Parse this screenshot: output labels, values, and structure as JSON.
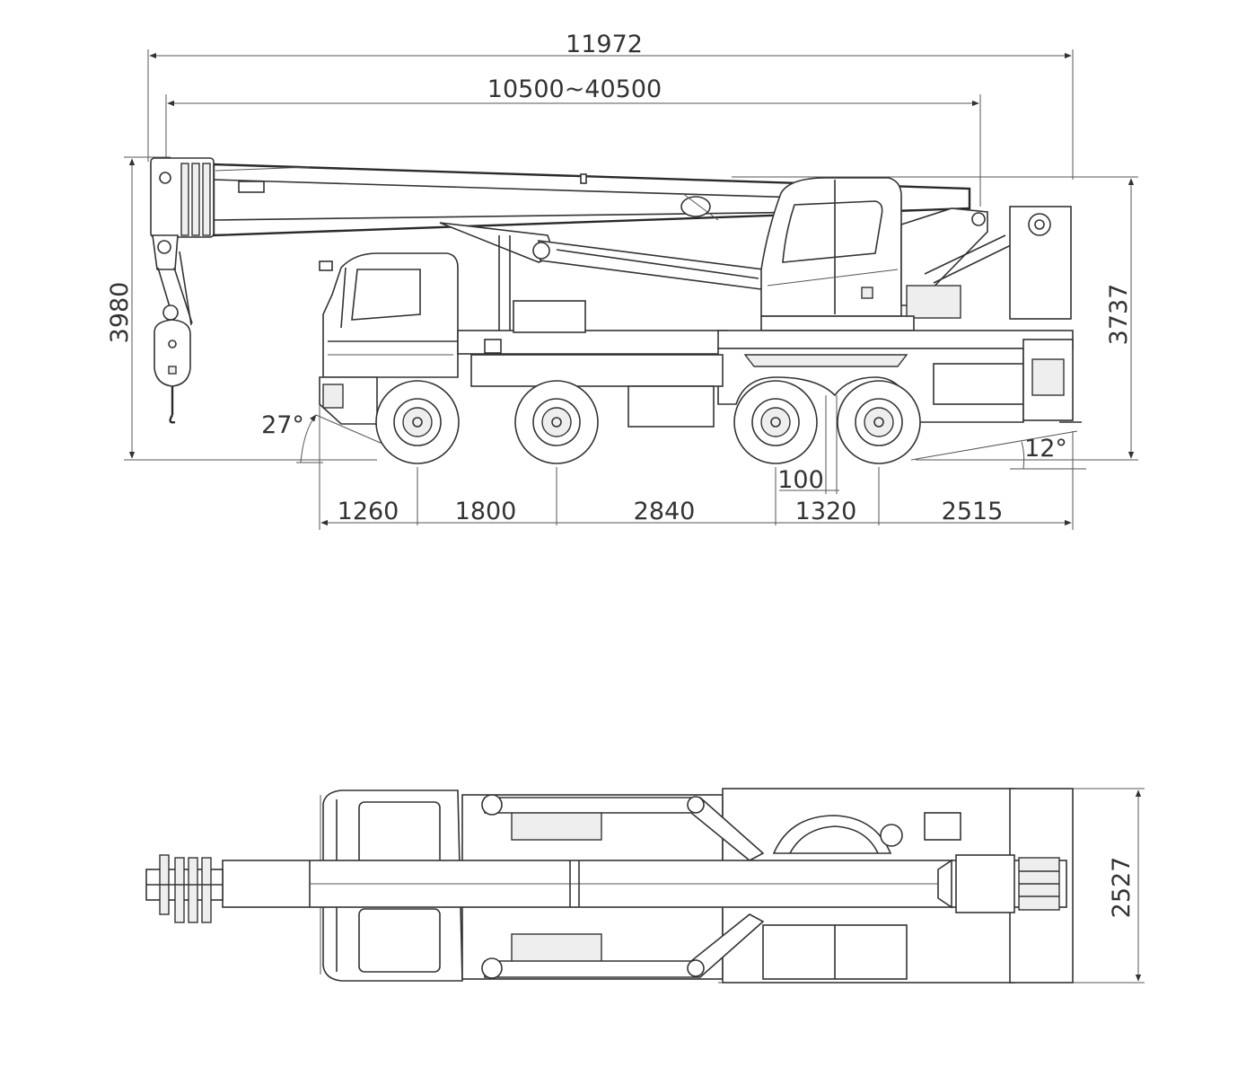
{
  "dimensions": {
    "overall_length": "11972",
    "boom_length_range": "10500~40500",
    "overall_height": "3980",
    "height_right": "3737",
    "approach_angle": "27°",
    "departure_angle": "12°",
    "offset_100": "100",
    "front_overhang": "1260",
    "wheelbase_1": "1800",
    "wheelbase_2": "2840",
    "wheelbase_3": "1320",
    "rear_overhang": "2515",
    "overall_width": "2527"
  },
  "colors": {
    "line": "#333333",
    "background": "#ffffff"
  }
}
